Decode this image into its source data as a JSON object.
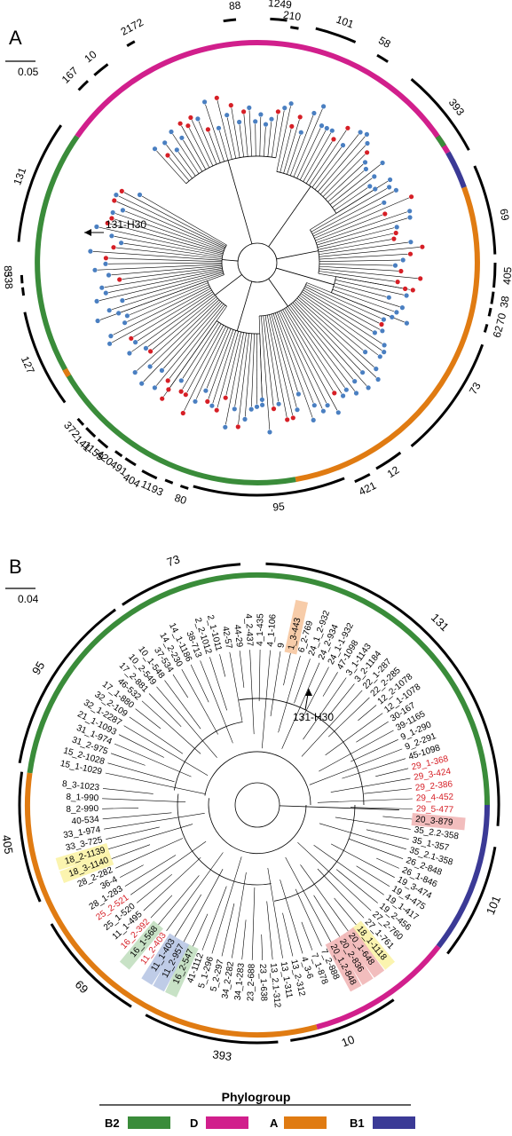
{
  "panels": [
    {
      "letter": "A",
      "scale_label": "0.05",
      "annotation": "131-H30",
      "st_labels": [
        "167",
        "10",
        "2172",
        "88",
        "1249",
        "210",
        "101",
        "58",
        "393",
        "69",
        "405",
        "38",
        "70",
        "62",
        "73",
        "12",
        "421",
        "95",
        "80",
        "1193",
        "404",
        "491",
        "420",
        "1159",
        "141",
        "372",
        "127",
        "538",
        "83",
        "131"
      ]
    },
    {
      "letter": "B",
      "scale_label": "0.04",
      "annotation": "131-H30",
      "st_labels": [
        "73",
        "95",
        "131",
        "101",
        "10",
        "393",
        "69",
        "405"
      ],
      "leaf_labels": [
        "15_1-1029",
        "15_2-1028",
        "31_2-975",
        "31_1-974",
        "21_1-1093",
        "32_1-2287",
        "32_2-109",
        "17_1-880",
        "46-532",
        "17_2-881",
        "10_2-549",
        "10_1-548",
        "37-534",
        "14_2-230",
        "14_1-1186",
        "38-713",
        "2_2-1012",
        "2_1-1011",
        "42-57",
        "44-29",
        "4_2-437",
        "4_1-435",
        "4_1-106",
        "9",
        "1_3-443",
        "6_2-769",
        "24_1_2-932",
        "24_2-934",
        "24_1-1-932",
        "47-1098",
        "3_1-1143",
        "3_2-1184",
        "22_1-287",
        "22_2-285",
        "12_2-1078",
        "12_1-1078",
        "30-167",
        "39-1165",
        "9_1-290",
        "9_2-291",
        "45-1098",
        "29_1-368",
        "29_3-424",
        "29_2-386",
        "29_4-452",
        "29_5-477",
        "20_3-879",
        "35_2.2-358",
        "35_1-357",
        "35_2.1-358",
        "26_2-848",
        "26_1-846",
        "19_3-474",
        "19_4-475",
        "19_1-417",
        "19_2-456",
        "27_2-760",
        "27_1-761",
        "18_1-1118",
        "20_1-648",
        "20_2-836",
        "20_1.2-848",
        "7_2-888",
        "7_1-878",
        "4_3-6",
        "13_2-312",
        "13_1-311",
        "13_2.1-312",
        "23_1-638",
        "23_2-688",
        "34_1-283",
        "34_2-282",
        "5_2-297",
        "5_1-296",
        "41-1112",
        "16_2-547",
        "11_2-957",
        "11_1-403",
        "11_2-403",
        "16_1-568",
        "16_2-392",
        "11_1-495",
        "25_1-520",
        "25_2-521",
        "28_1-283",
        "36-4",
        "28_2-282",
        "18_3-1140",
        "18_2-1139",
        "33_3-725",
        "33_1-974",
        "40-534",
        "8_2-990",
        "8_1-990",
        "8_3-1023"
      ]
    }
  ],
  "legend": {
    "title": "Phylogroup",
    "items": [
      {
        "label": "B2",
        "color": "#3a8c3a"
      },
      {
        "label": "D",
        "color": "#d11f8c"
      },
      {
        "label": "A",
        "color": "#e07b12"
      },
      {
        "label": "B1",
        "color": "#3b3a96"
      }
    ]
  },
  "colors": {
    "red": "#d61f26",
    "blue": "#4a7fc1",
    "highlight_red": "#f1b6b6",
    "highlight_yellow": "#fbf3a6",
    "highlight_green": "#c2dfc0",
    "highlight_blue": "#b8c6e4",
    "highlight_orange": "#f6c7a0"
  }
}
